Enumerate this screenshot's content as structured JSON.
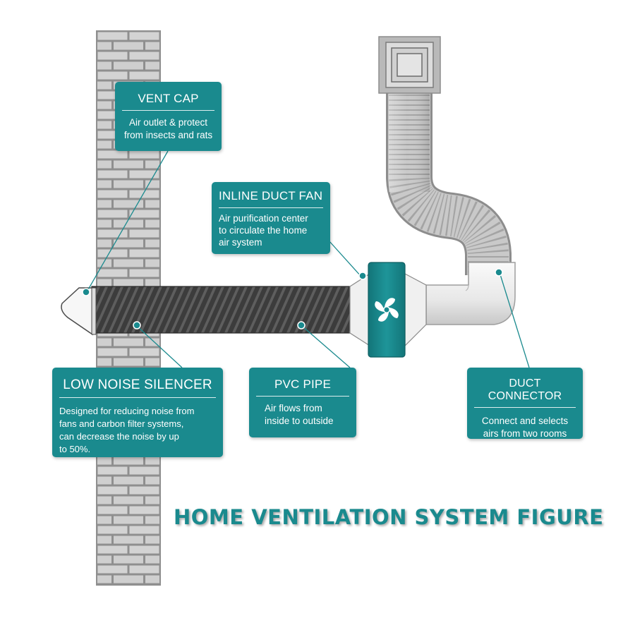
{
  "colors": {
    "accent": "#1a8a8e",
    "brick": "#cfcfcf",
    "mortar": "#8f8f8f",
    "pipe": "#444444",
    "duct": "#c4c4c4"
  },
  "figure_title": "HOME VENTILATION SYSTEM FIGURE",
  "callouts": {
    "vent_cap": {
      "title": "VENT CAP",
      "desc": [
        "Air outlet  & protect",
        "from insects and rats"
      ]
    },
    "inline_fan": {
      "title": "INLINE DUCT FAN",
      "desc": [
        "Air purification center",
        "to circulate the home",
        "air system"
      ]
    },
    "silencer": {
      "title": "LOW NOISE SILENCER",
      "desc": [
        "Designed for reducing noise from",
        "fans and carbon filter systems,",
        "can decrease the noise by up",
        "to 50%."
      ]
    },
    "pvc_pipe": {
      "title": "PVC PIPE",
      "desc": [
        "Air flows from",
        "inside to outside"
      ]
    },
    "duct_connector": {
      "title": "DUCT CONNECTOR",
      "desc": [
        "Connect and selects",
        "airs from two rooms"
      ]
    }
  },
  "icons": {
    "fan": "fan-icon",
    "vent_grille": "ceiling-vent-icon"
  }
}
